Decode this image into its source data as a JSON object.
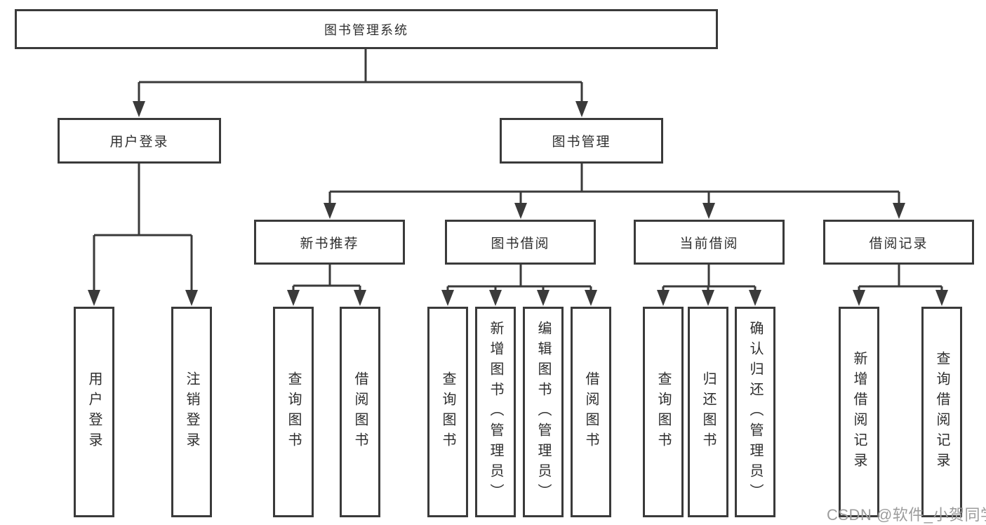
{
  "colors": {
    "background": "#ffffff",
    "line": "#3a3a3a",
    "box_border": "#3a3a3a",
    "text": "#2e2e2e",
    "watermark": "#9c9c9c"
  },
  "watermark": {
    "text": "CSDN @软件_小贺同学"
  },
  "tree": {
    "label": "图书管理系统",
    "children": [
      {
        "label": "用户登录",
        "children": [
          {
            "label": "用户登录"
          },
          {
            "label": "注销登录"
          }
        ]
      },
      {
        "label": "图书管理",
        "children": [
          {
            "label": "新书推荐",
            "children": [
              {
                "label": "查询图书"
              },
              {
                "label": "借阅图书"
              }
            ]
          },
          {
            "label": "图书借阅",
            "children": [
              {
                "label": "查询图书"
              },
              {
                "label": "新增图书（管理员）"
              },
              {
                "label": "编辑图书（管理员）"
              },
              {
                "label": "借阅图书"
              }
            ]
          },
          {
            "label": "当前借阅",
            "children": [
              {
                "label": "查询图书"
              },
              {
                "label": "归还图书"
              },
              {
                "label": "确认归还（管理员）"
              }
            ]
          },
          {
            "label": "借阅记录",
            "children": [
              {
                "label": "新增借阅记录"
              },
              {
                "label": "查询借阅记录"
              }
            ]
          }
        ]
      }
    ]
  }
}
